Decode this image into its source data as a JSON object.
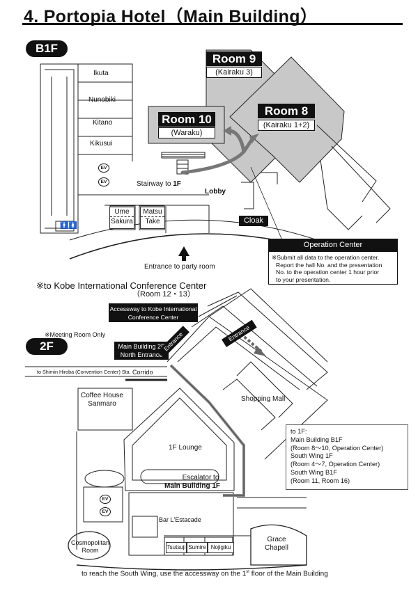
{
  "header": {
    "title": "4. Portopia Hotel（Main Building）"
  },
  "b1f": {
    "floor_label": "B1F",
    "left_rooms": [
      "Ikuta",
      "Nunobiki",
      "Kitano",
      "Kikusui"
    ],
    "ev_label": "EV",
    "room9": {
      "name": "Room 9",
      "sub": "(Kairaku 3)"
    },
    "room10": {
      "name": "Room 10",
      "sub": "(Waraku)"
    },
    "room8": {
      "name": "Room 8",
      "sub": "(Kairaku 1+2)"
    },
    "stairway_prefix": "Stairway to ",
    "stairway_floor": "1F",
    "lobby": "Lobby",
    "cloak": "Cloak",
    "ume": "Ume",
    "sakura": "Sakura",
    "matsu": "Matsu",
    "take": "Take",
    "entrance": "Entrance to party room",
    "operation_center": {
      "title": "Operation Center",
      "lines": [
        "※Submit all data to the operation center.",
        "Report the hall No. and the presentation",
        "No. to the operation center 1 hour prior",
        "to your presentation."
      ]
    }
  },
  "kobe": {
    "heading": "※to Kobe International Conference Center",
    "rooms": "（Room 12・13）",
    "accessway_line1": "Accessway to Kobe International",
    "accessway_line2": "Conference Center"
  },
  "f2": {
    "meeting_note": "※Meeting Room Only",
    "floor_label": "2F",
    "north_line1": "Main Building 2F",
    "north_line2": "North Entrance",
    "entrance_a": "Entrance",
    "entrance_b": "Entrance",
    "station": "to Shimin Hiroba (Convention Center) Sta.",
    "corridor": "Corrido",
    "coffee_line1": "Coffee House",
    "coffee_line2": "Sanmaro",
    "shopping": "Shopping Mall",
    "lounge": "1F Lounge",
    "escalator_line1": "Escalator to",
    "escalator_line2": "Main Building 1F",
    "bar": "Bar L'Estacade",
    "cosmo_line1": "Cosmopolitan",
    "cosmo_line2": "Room",
    "tsutsuji": "Tsutsuji",
    "sumire": "Sumire",
    "nojigiku": "Nojigiku",
    "grace_line1": "Grace",
    "grace_line2": "Chapell",
    "to1f": [
      "to 1F:",
      "Main Building B1F",
      "(Room 8～10, Operation Center)",
      "South Wing  1F",
      "(Room 4～7, Operation Center)",
      "South Wing B1F",
      "(Room 11, Room 16)"
    ]
  },
  "footer": {
    "pre": "to reach the South Wing, use the accessway on the 1",
    "sup": "st",
    "post": " floor of the Main Building"
  }
}
